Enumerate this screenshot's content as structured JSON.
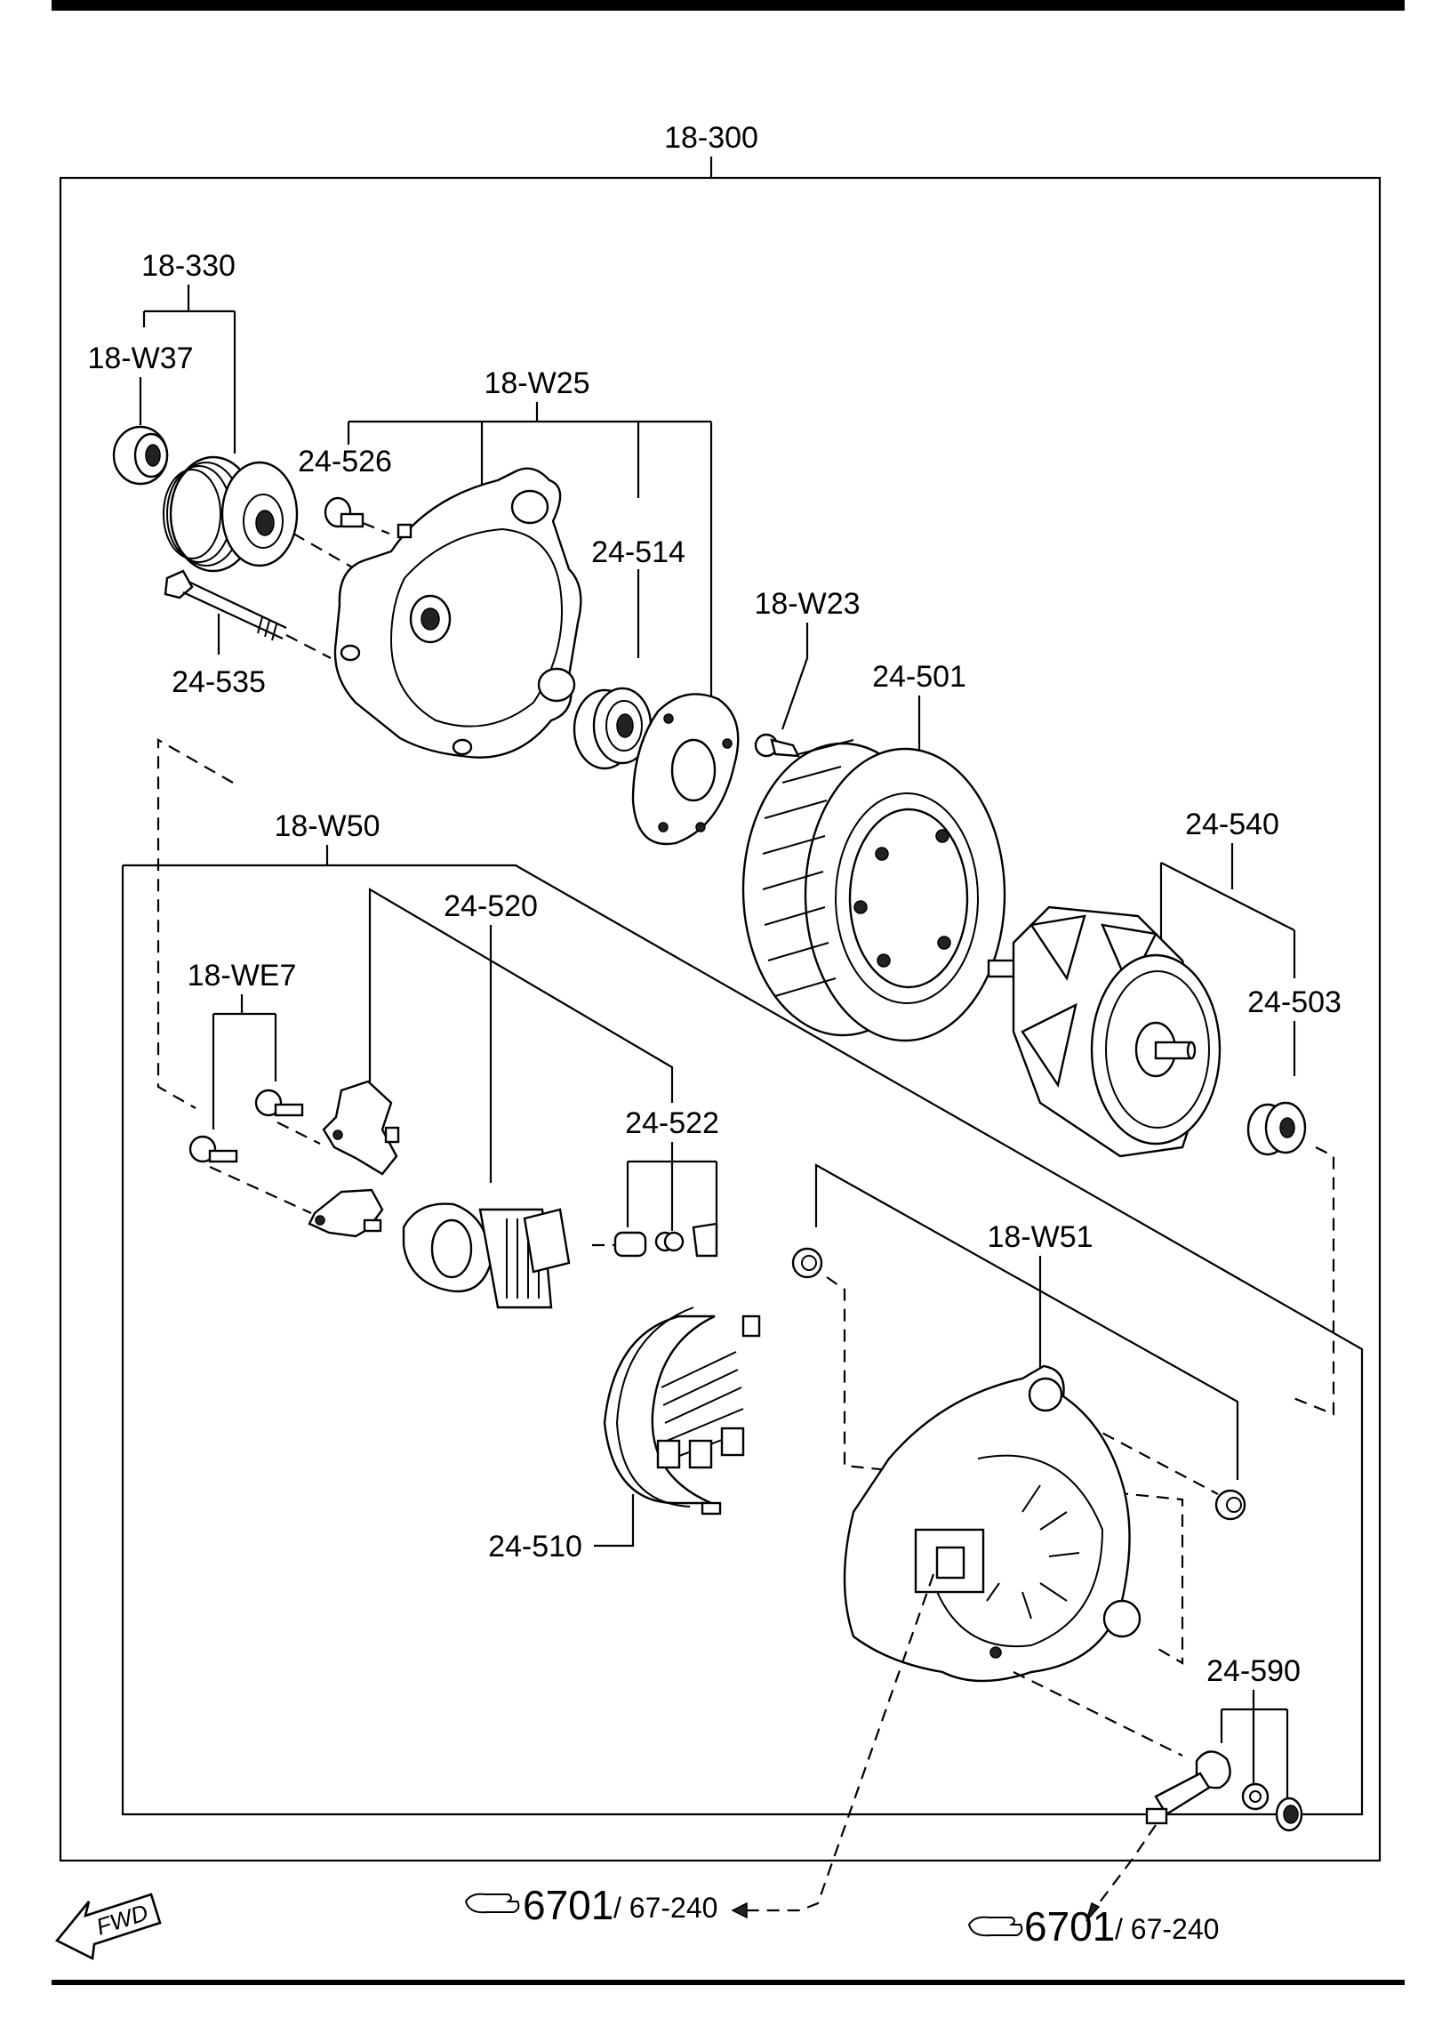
{
  "labels": {
    "assy": "18-300",
    "pulley_set": "18-330",
    "nut": "18-W37",
    "front_housing_set": "18-W25",
    "screw_front": "24-526",
    "bearing_front": "24-514",
    "through_bolt": "24-535",
    "screw_plate": "18-W23",
    "stator": "24-501",
    "rear_set": "18-W50",
    "rotor_set": "24-540",
    "brush_holder": "24-520",
    "rear_bearing": "24-503",
    "screw_set": "18-WE7",
    "brush_set": "24-522",
    "rear_housing_set": "18-W51",
    "rectifier": "24-510",
    "terminal_set": "24-590"
  },
  "refs": [
    {
      "number": "6701",
      "sub": "/ 67-240"
    },
    {
      "number": "6701",
      "sub": "/ 67-240"
    }
  ],
  "fwd_label": "FWD"
}
